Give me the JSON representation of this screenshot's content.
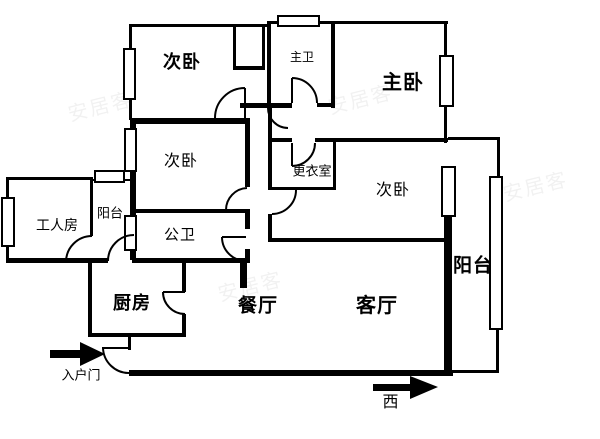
{
  "rooms": [
    {
      "id": "bedroom-top",
      "label": "次卧"
    },
    {
      "id": "master-bathroom",
      "label": "主卫"
    },
    {
      "id": "master-bedroom",
      "label": "主卧"
    },
    {
      "id": "bedroom-middle",
      "label": "次卧"
    },
    {
      "id": "worker-room",
      "label": "工人房"
    },
    {
      "id": "balcony-left",
      "label": "阳台"
    },
    {
      "id": "public-bathroom",
      "label": "公卫"
    },
    {
      "id": "dressing-room",
      "label": "更衣室"
    },
    {
      "id": "bedroom-right",
      "label": "次卧"
    },
    {
      "id": "balcony-right",
      "label": "阳台"
    },
    {
      "id": "kitchen",
      "label": "厨房"
    },
    {
      "id": "dining-room",
      "label": "餐厅"
    },
    {
      "id": "living-room",
      "label": "客厅"
    }
  ],
  "annotations": {
    "entrance": "入户门",
    "compass_west": "西"
  },
  "watermark": "安居客",
  "colors": {
    "wall": "#000000",
    "background": "#ffffff"
  }
}
